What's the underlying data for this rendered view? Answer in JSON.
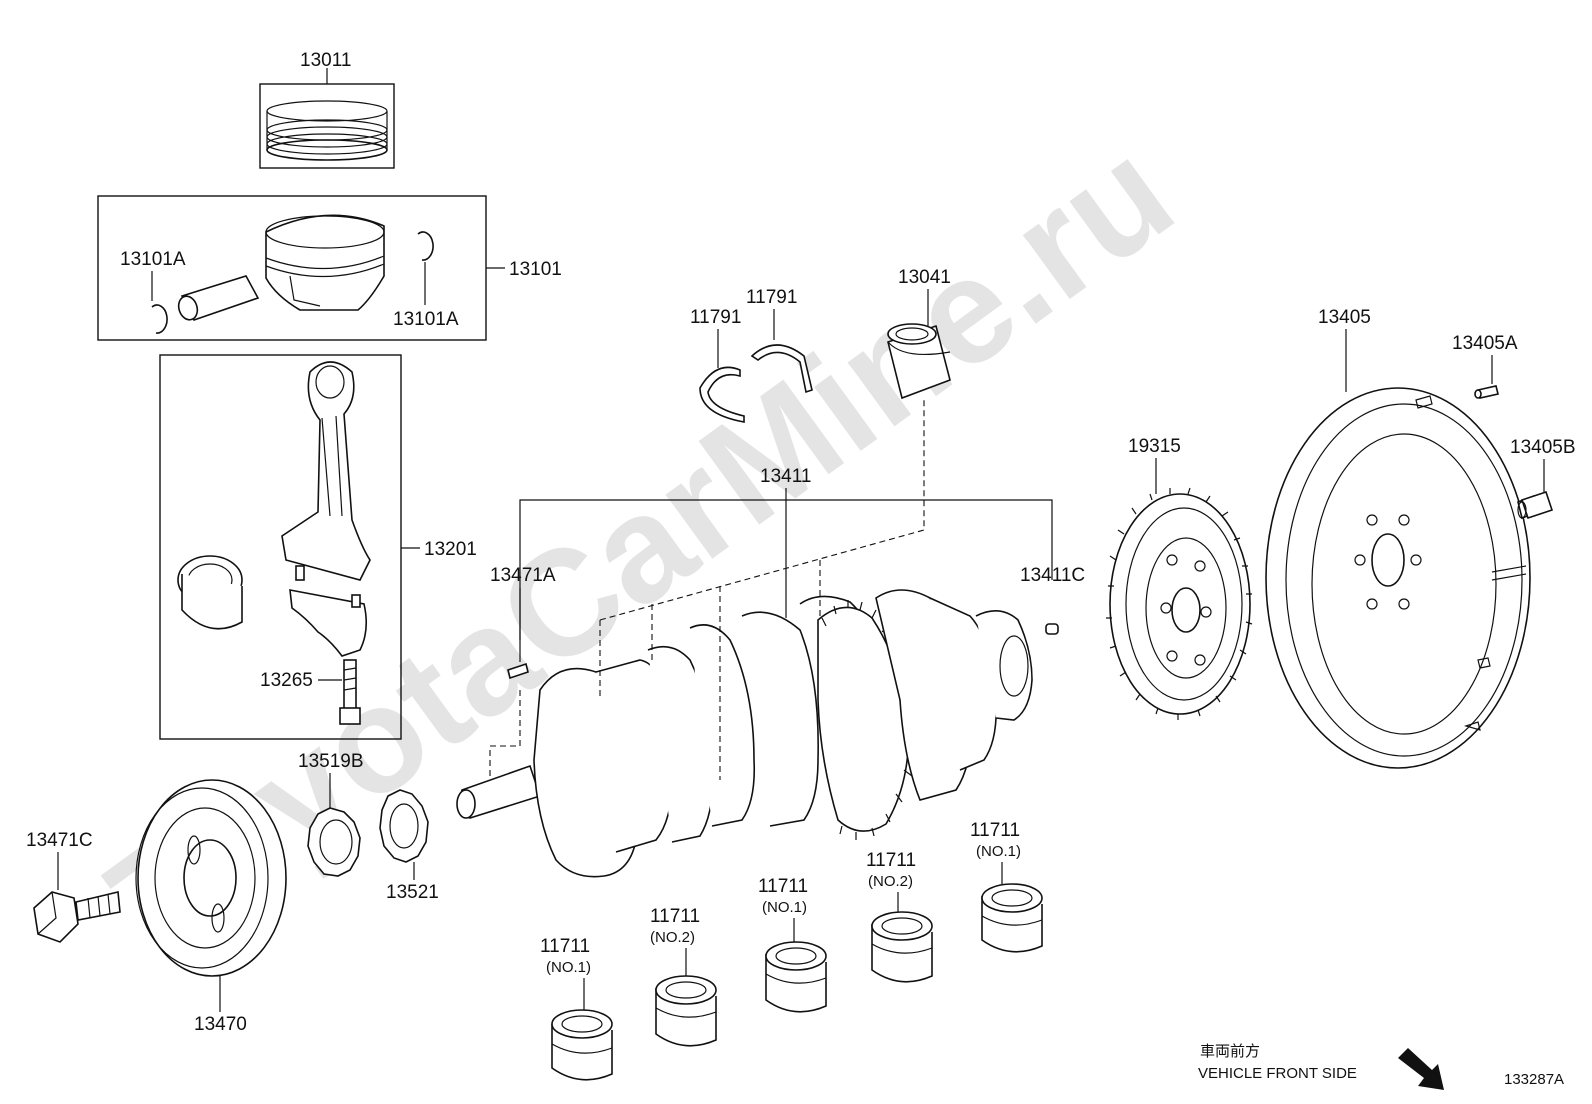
{
  "watermark": "ToyotaCarMine.ru",
  "labels": {
    "p13011": "13011",
    "p13101a_left": "13101A",
    "p13101a_right": "13101A",
    "p13101": "13101",
    "p13201": "13201",
    "p13265": "13265",
    "p13519b": "13519B",
    "p13471c": "13471C",
    "p13470": "13470",
    "p13521": "13521",
    "p13471a": "13471A",
    "p13411": "13411",
    "p13411c": "13411C",
    "p11791_left": "11791",
    "p11791_right": "11791",
    "p13041": "13041",
    "p19315": "19315",
    "p13405": "13405",
    "p13405a": "13405A",
    "p13405b": "13405B"
  },
  "bearings": [
    {
      "part": "11711",
      "sub": "(NO.1)"
    },
    {
      "part": "11711",
      "sub": "(NO.2)"
    },
    {
      "part": "11711",
      "sub": "(NO.1)"
    },
    {
      "part": "11711",
      "sub": "(NO.2)"
    },
    {
      "part": "11711",
      "sub": "(NO.1)"
    }
  ],
  "front_side": {
    "japanese": "車両前方",
    "english": "VEHICLE FRONT SIDE"
  },
  "diagram_ref": "133287A"
}
